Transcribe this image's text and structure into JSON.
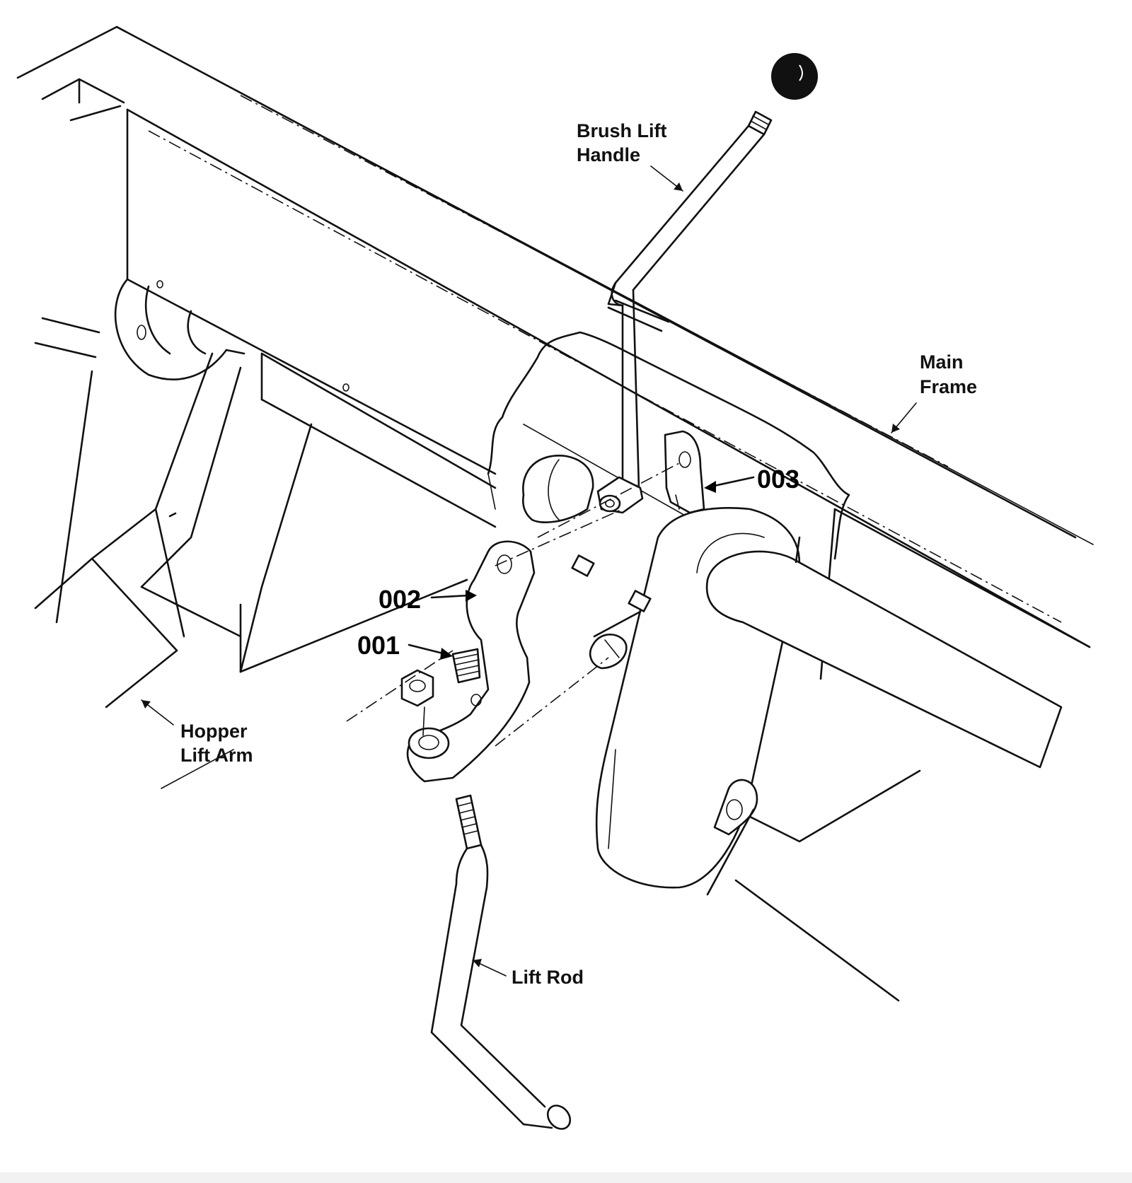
{
  "labels": {
    "brush_lift_line1": "Brush Lift",
    "brush_lift_line2": "Handle",
    "main_frame_line1": "Main",
    "main_frame_line2": "Frame",
    "hopper_lift_line1": "Hopper",
    "hopper_lift_line2": "Lift Arm",
    "lift_rod": "Lift Rod"
  },
  "callouts": {
    "part_001": "001",
    "part_002": "002",
    "part_003": "003"
  },
  "colors": {
    "line": "#111111",
    "background": "#ffffff",
    "knob": "#111111"
  }
}
